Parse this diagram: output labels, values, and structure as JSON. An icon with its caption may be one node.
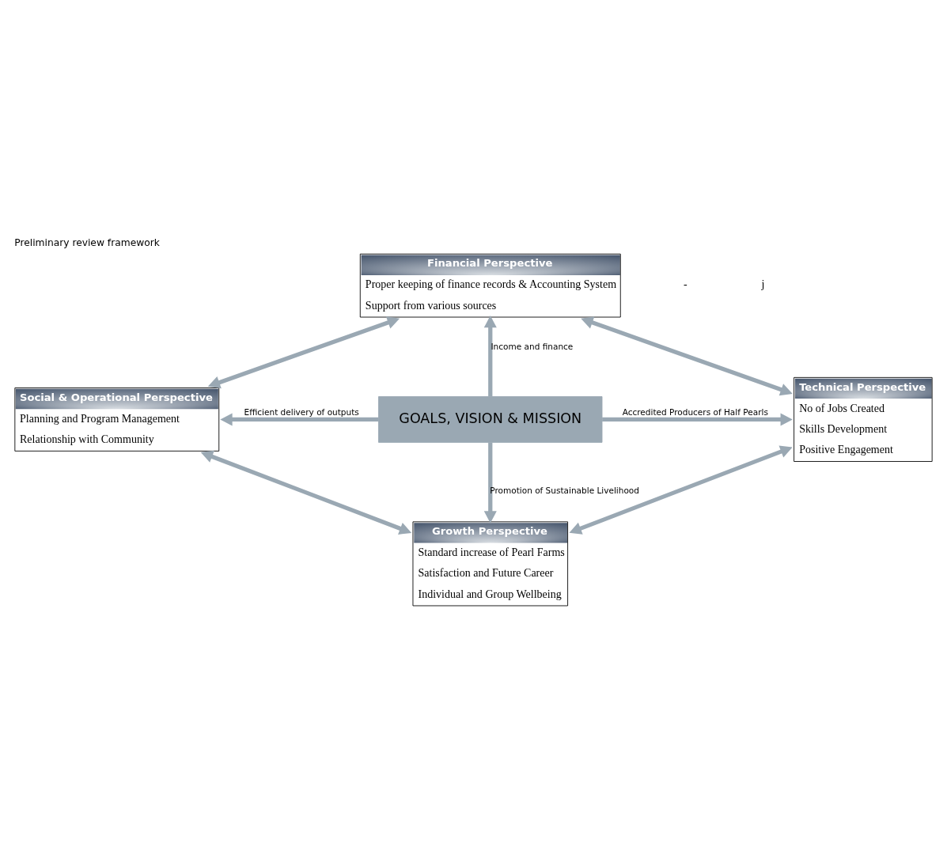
{
  "diagram": {
    "title": "Preliminary review framework",
    "nodes": [
      {
        "text": [
          "GOALS, VISION & MISSION"
        ]
      },
      {
        "text": [
          "Financial Perspective",
          "Proper keeping of finance records & Accounting System",
          "Support from various sources"
        ]
      },
      {
        "text": [
          "Technical Perspective",
          "No of Jobs Created",
          "Skills Development",
          "Positive Engagement"
        ]
      },
      {
        "text": [
          "Growth Perspective",
          "Standard increase of Pearl Farms",
          "Satisfaction and Future Career",
          "Individual and Group Wellbeing"
        ]
      },
      {
        "text": [
          "Social & Operational Perspective",
          "Planning and Program Management",
          "Relationship with Community"
        ]
      }
    ],
    "edges": [
      {
        "from": 0,
        "to": 1,
        "arrow": "to",
        "label": "Income and finance"
      },
      {
        "from": 0,
        "to": 2,
        "arrow": "to",
        "label": "Accredited Producers of Half Pearls"
      },
      {
        "from": 0,
        "to": 3,
        "arrow": "to",
        "label": "Promotion of Sustainable Livelihood"
      },
      {
        "from": 0,
        "to": 4,
        "arrow": "to",
        "label": "Efficient delivery of outputs"
      },
      {
        "from": 4,
        "to": 1,
        "arrow": "both"
      },
      {
        "from": 1,
        "to": 2,
        "arrow": "both"
      },
      {
        "from": 2,
        "to": 3,
        "arrow": "both"
      },
      {
        "from": 3,
        "to": 4,
        "arrow": "both"
      }
    ],
    "labels": [
      "-",
      "j"
    ]
  }
}
